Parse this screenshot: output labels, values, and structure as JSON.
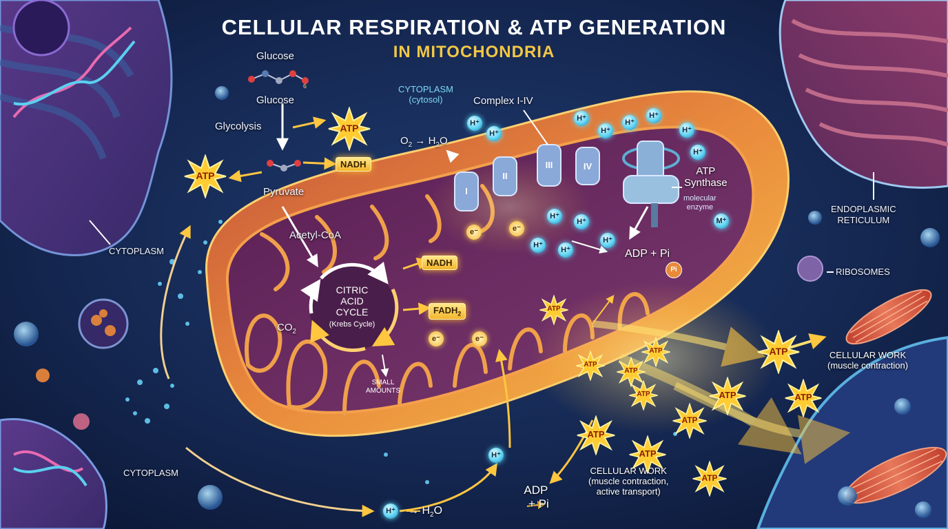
{
  "title": {
    "line1": "CELLULAR RESPIRATION & ATP GENERATION",
    "line2": "IN MITOCHONDRIA"
  },
  "glycolysis": {
    "glucose_top": "Glucose",
    "glucose_bottom": "Glucose",
    "molecule_subscript": "6",
    "glycolysis": "Glycolysis",
    "pyruvate": "Pyruvate",
    "acetyl_coa": "Acetyl-CoA"
  },
  "cytoplasm_top": {
    "line1": "CYTOPLASM",
    "line2": "(cytosol)"
  },
  "krebs": {
    "line1": "CITRIC",
    "line2": "ACID",
    "line3": "CYCLE",
    "line4": "(Krebs Cycle)",
    "co2": "CO",
    "co2_sub": "2",
    "small_amounts_1": "SMALL",
    "small_amounts_2": "AMOUNTS"
  },
  "carriers": {
    "nadh_top": "NADH",
    "nadh_mid": "NADH",
    "fadh2": "FADH",
    "fadh2_sub": "2"
  },
  "etc": {
    "complex_label": "Complex I-IV",
    "complexes": [
      "I",
      "II",
      "III",
      "IV"
    ],
    "o2_to_h2o_a": "O",
    "o2_sub": "2",
    "o2_to_h2o_b": "→ H",
    "h2o_sub": "2",
    "h2o_o": "O",
    "electron": "e⁻"
  },
  "atp_synthase": {
    "line1": "ATP",
    "line2": "Synthase",
    "sub1": "molecular",
    "sub2": "enzyme",
    "adp_pi": "ADP + Pi",
    "pi_badge": "Pi"
  },
  "ions": {
    "h_plus": "H⁺",
    "m_plus": "M⁺"
  },
  "bottom": {
    "h_to_water": "→ H",
    "h2o_sub": "2",
    "h2o_o": "O",
    "adp": "ADP",
    "pi": "+ Pi"
  },
  "regions": {
    "cytoplasm_left": "CYTOPLASM",
    "cytoplasm_bottom": "CYTOPLASM",
    "er_line1": "ENDOPLASMIC",
    "er_line2": "RETICULUM",
    "ribosomes": "RIBOSOMES"
  },
  "work_right": {
    "line1": "CELLULAR WORK",
    "line2": "(muscle contraction)"
  },
  "work_bottom": {
    "line1": "CELLULAR WORK",
    "line2": "(muscle contraction,",
    "line3": "active transport)"
  },
  "atp_label": "ATP",
  "colors": {
    "background": "#0d1a3a",
    "mito_outer": "#e8883a",
    "mito_inner": "#6a2a6a",
    "cristae": "#f0a04a",
    "atp_star": "#ffcc33",
    "h_ion": "#5fd4f3",
    "title_yellow": "#f3c744"
  }
}
